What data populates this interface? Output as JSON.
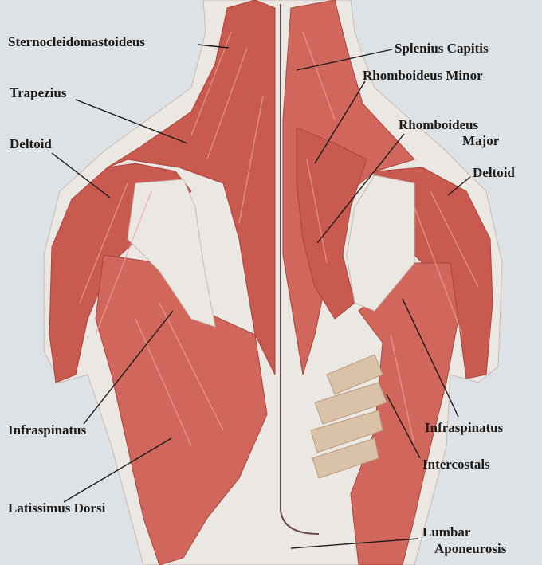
{
  "diagram": {
    "labels": {
      "sternocleidomastoideus": "Sternocleidomastoideus",
      "trapezius": "Trapezius",
      "deltoid_left": "Deltoid",
      "infraspinatus_left": "Infraspinatus",
      "latissimus_dorsi": "Latissimus Dorsi",
      "splenius_capitis": "Splenius Capitis",
      "rhomboideus_minor": "Rhomboideus Minor",
      "rhomboideus_major_1": "Rhomboideus",
      "rhomboideus_major_2": "Major",
      "deltoid_right": "Deltoid",
      "infraspinatus_right": "Infraspinatus",
      "intercostals": "Intercostals",
      "lumbar_1": "Lumbar",
      "lumbar_2": "Aponeurosis"
    },
    "colors": {
      "background": "#dde2e6",
      "muscle": "#c85a50",
      "tendon": "#ebe7e2",
      "label": "#1e1a18"
    }
  }
}
